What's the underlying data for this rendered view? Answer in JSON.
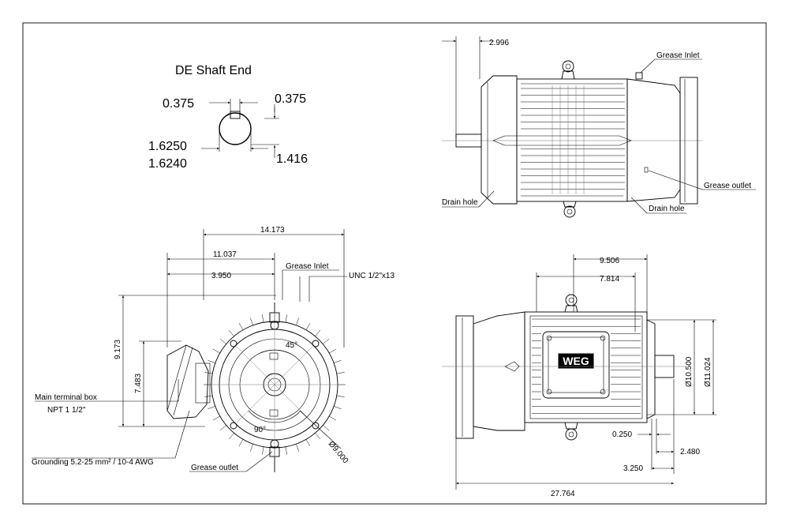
{
  "shaft_end": {
    "title": "DE Shaft End",
    "key_width": "0.375",
    "key_depth": "0.375",
    "dia_max": "1.6250",
    "dia_min": "1.6240",
    "key_height": "1.416"
  },
  "top_view": {
    "shaft_length": "2.996",
    "grease_inlet": "Grease Inlet",
    "grease_outlet": "Grease outlet",
    "drain_hole_left": "Drain hole",
    "drain_hole_right": "Drain hole"
  },
  "front_view": {
    "overall_width": "14.173",
    "center_to_box": "11.037",
    "center_to_inlet": "3.950",
    "grease_inlet": "Grease Inlet",
    "thread": "UNC 1/2\"x13",
    "height_total": "9.173",
    "height_box": "7.483",
    "angle_top": "45°",
    "angle_bottom": "90°",
    "flange_dia": "Ø9.000",
    "terminal_box_line1": "Main terminal box",
    "terminal_box_line2": "NPT 1 1/2\"",
    "grounding": "Grounding 5.2-25 mm² / 10-4 AWG",
    "grease_outlet": "Grease outlet"
  },
  "side_view": {
    "feet_span_outer": "9.506",
    "feet_span_inner": "7.814",
    "dia_inner": "Ø10.500",
    "dia_outer": "Ø11.024",
    "offset_small": "0.250",
    "shaft_ext": "2.480",
    "shaft_total": "3.250",
    "overall_length": "27.764",
    "logo": "WEG"
  }
}
